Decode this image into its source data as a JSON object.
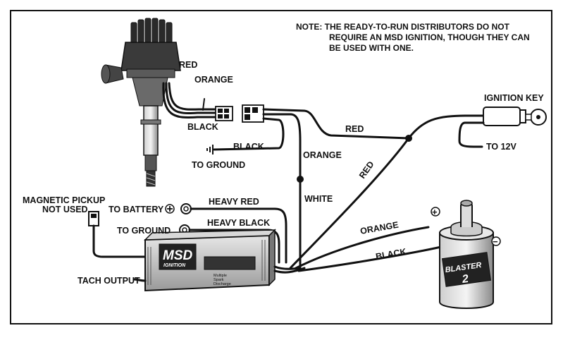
{
  "note": {
    "line1": "NOTE: THE READY-TO-RUN DISTRIBUTORS DO NOT",
    "line2": "REQUIRE AN MSD IGNITION, THOUGH THEY CAN",
    "line3": "BE USED WITH ONE."
  },
  "labels": {
    "red_dist": "RED",
    "orange_dist": "ORANGE",
    "black_dist": "BLACK",
    "black_ground": "BLACK",
    "to_ground_top": "TO GROUND",
    "red_key": "RED",
    "orange_vertical": "ORANGE",
    "white": "WHITE",
    "red_diagonal": "RED",
    "ignition_key": "IGNITION KEY",
    "to_12v": "TO 12V",
    "magnetic_pickup_1": "MAGNETIC PICKUP",
    "magnetic_pickup_2": "NOT USED",
    "to_battery": "TO BATTERY",
    "heavy_red": "HEAVY RED",
    "to_ground_box": "TO GROUND",
    "heavy_black": "HEAVY BLACK",
    "tach_output": "TACH OUTPUT",
    "orange_coil": "ORANGE",
    "black_coil": "BLACK"
  },
  "msd_box": {
    "brand": "MSD",
    "brand_sub": "IGNITION",
    "desc1": "Multiple",
    "desc2": "Spark",
    "desc3": "Discharge"
  },
  "coil": {
    "brand_label": "BLASTER",
    "model": "2",
    "plus": "+",
    "minus": "−"
  },
  "colors": {
    "line": "#111111",
    "background": "#ffffff"
  }
}
